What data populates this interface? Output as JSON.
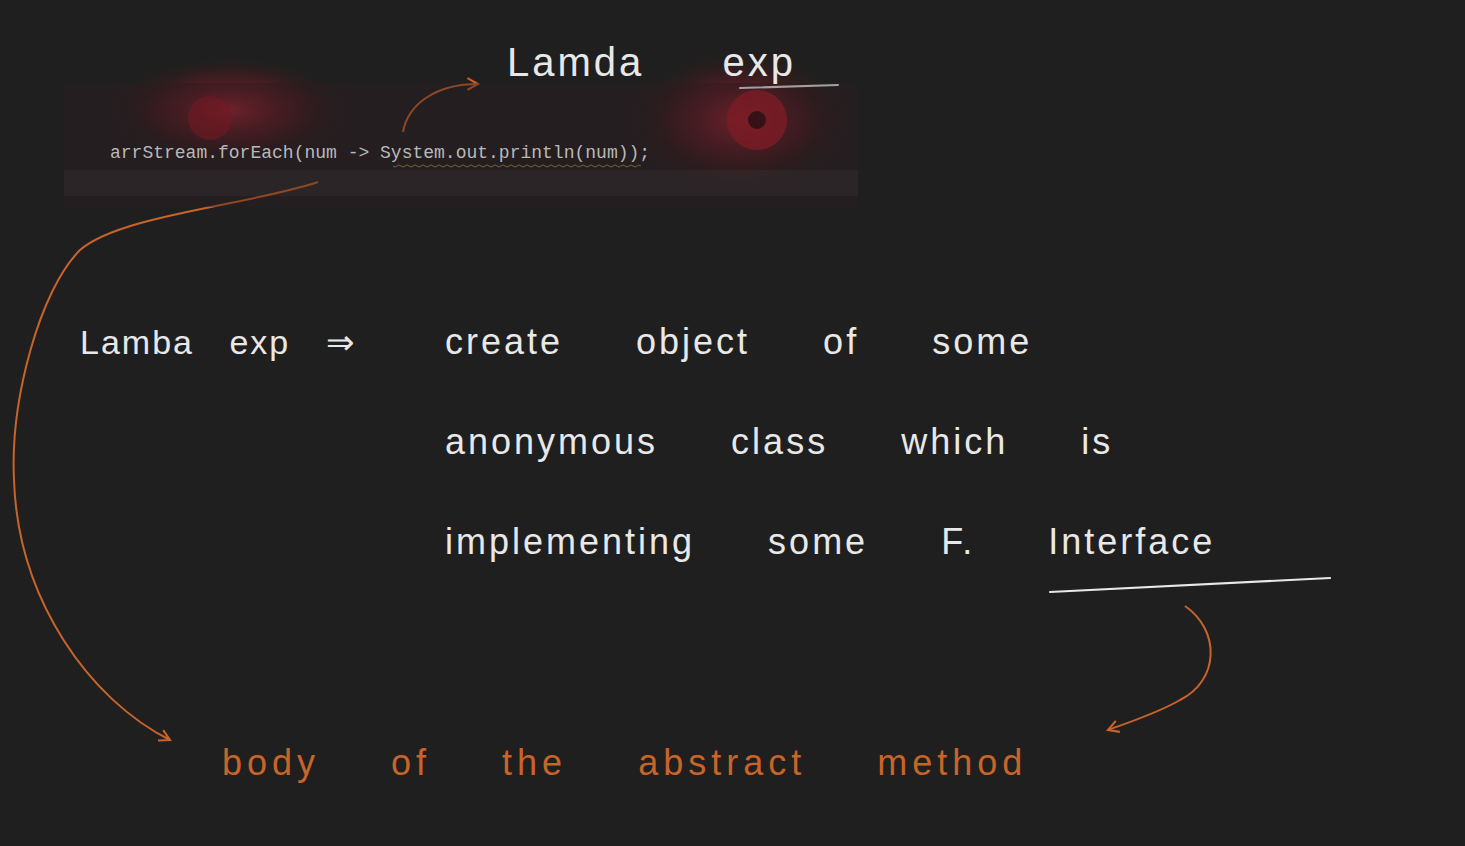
{
  "diagram": {
    "nodes": [
      {
        "text": [
          "arrStream.forEach(num -> System.out.println(num));"
        ]
      }
    ],
    "labels": [
      "Lamda exp",
      "Lamba exp ⇒",
      "create object of some anonymous class which is implementing some F. Interface",
      "body of the abstract method"
    ]
  }
}
